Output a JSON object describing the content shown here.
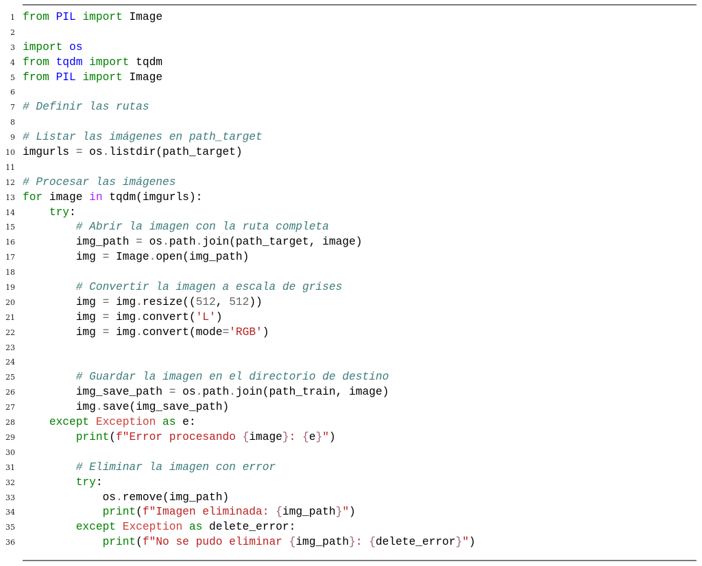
{
  "colors": {
    "keyword": "#008000",
    "namespace": "#0000FF",
    "comment": "#3D7B7B",
    "string": "#BA2121",
    "number": "#666666",
    "exception": "#CB3F38",
    "operator_word": "#AA22FF",
    "interpolation": "#A45A77"
  },
  "lines": [
    [
      [
        "from",
        "k"
      ],
      [
        " "
      ],
      [
        "PIL",
        "nn"
      ],
      [
        " "
      ],
      [
        "import",
        "k"
      ],
      [
        " Image"
      ]
    ],
    [],
    [
      [
        "import",
        "k"
      ],
      [
        " "
      ],
      [
        "os",
        "nn"
      ]
    ],
    [
      [
        "from",
        "k"
      ],
      [
        " "
      ],
      [
        "tqdm",
        "nn"
      ],
      [
        " "
      ],
      [
        "import",
        "k"
      ],
      [
        " tqdm"
      ]
    ],
    [
      [
        "from",
        "k"
      ],
      [
        " "
      ],
      [
        "PIL",
        "nn"
      ],
      [
        " "
      ],
      [
        "import",
        "k"
      ],
      [
        " Image"
      ]
    ],
    [],
    [
      [
        "# Definir las rutas",
        "c"
      ]
    ],
    [],
    [
      [
        "# Listar las imágenes en path_target",
        "c"
      ]
    ],
    [
      [
        "imgurls "
      ],
      [
        "=",
        "o"
      ],
      [
        " os"
      ],
      [
        ".",
        "o"
      ],
      [
        "listdir(path_target)"
      ]
    ],
    [],
    [
      [
        "# Procesar las imágenes",
        "c"
      ]
    ],
    [
      [
        "for",
        "k"
      ],
      [
        " image "
      ],
      [
        "in",
        "ow"
      ],
      [
        " tqdm(imgurls):"
      ]
    ],
    [
      [
        "    "
      ],
      [
        "try",
        "k"
      ],
      [
        ":"
      ]
    ],
    [
      [
        "        "
      ],
      [
        "# Abrir la imagen con la ruta completa",
        "c"
      ]
    ],
    [
      [
        "        img_path "
      ],
      [
        "=",
        "o"
      ],
      [
        " os"
      ],
      [
        ".",
        "o"
      ],
      [
        "path"
      ],
      [
        ".",
        "o"
      ],
      [
        "join(path_target, image)"
      ]
    ],
    [
      [
        "        img "
      ],
      [
        "=",
        "o"
      ],
      [
        " Image"
      ],
      [
        ".",
        "o"
      ],
      [
        "open(img_path)"
      ]
    ],
    [],
    [
      [
        "        "
      ],
      [
        "# Convertir la imagen a escala de grises",
        "c"
      ]
    ],
    [
      [
        "        img "
      ],
      [
        "=",
        "o"
      ],
      [
        " img"
      ],
      [
        ".",
        "o"
      ],
      [
        "resize(("
      ],
      [
        "512",
        "m"
      ],
      [
        ", "
      ],
      [
        "512",
        "m"
      ],
      [
        "))"
      ]
    ],
    [
      [
        "        img "
      ],
      [
        "=",
        "o"
      ],
      [
        " img"
      ],
      [
        ".",
        "o"
      ],
      [
        "convert("
      ],
      [
        "'L'",
        "s"
      ],
      [
        ")"
      ]
    ],
    [
      [
        "        img "
      ],
      [
        "=",
        "o"
      ],
      [
        " img"
      ],
      [
        ".",
        "o"
      ],
      [
        "convert(mode"
      ],
      [
        "=",
        "o"
      ],
      [
        "'RGB'",
        "s"
      ],
      [
        ")"
      ]
    ],
    [],
    [],
    [
      [
        "        "
      ],
      [
        "# Guardar la imagen en el directorio de destino",
        "c"
      ]
    ],
    [
      [
        "        img_save_path "
      ],
      [
        "=",
        "o"
      ],
      [
        " os"
      ],
      [
        ".",
        "o"
      ],
      [
        "path"
      ],
      [
        ".",
        "o"
      ],
      [
        "join(path_train, image)"
      ]
    ],
    [
      [
        "        img"
      ],
      [
        ".",
        "o"
      ],
      [
        "save(img_save_path)"
      ]
    ],
    [
      [
        "    "
      ],
      [
        "except",
        "k"
      ],
      [
        " "
      ],
      [
        "Exception",
        "ne"
      ],
      [
        " "
      ],
      [
        "as",
        "k"
      ],
      [
        " e:"
      ]
    ],
    [
      [
        "        "
      ],
      [
        "print",
        "k"
      ],
      [
        "("
      ],
      [
        "f\"Error procesando ",
        "s"
      ],
      [
        "{",
        "si"
      ],
      [
        "image"
      ],
      [
        "}",
        "si"
      ],
      [
        ": ",
        "s"
      ],
      [
        "{",
        "si"
      ],
      [
        "e"
      ],
      [
        "}",
        "si"
      ],
      [
        "\"",
        "s"
      ],
      [
        ")"
      ]
    ],
    [],
    [
      [
        "        "
      ],
      [
        "# Eliminar la imagen con error",
        "c"
      ]
    ],
    [
      [
        "        "
      ],
      [
        "try",
        "k"
      ],
      [
        ":"
      ]
    ],
    [
      [
        "            os"
      ],
      [
        ".",
        "o"
      ],
      [
        "remove(img_path)"
      ]
    ],
    [
      [
        "            "
      ],
      [
        "print",
        "k"
      ],
      [
        "("
      ],
      [
        "f\"Imagen eliminada: ",
        "s"
      ],
      [
        "{",
        "si"
      ],
      [
        "img_path"
      ],
      [
        "}",
        "si"
      ],
      [
        "\"",
        "s"
      ],
      [
        ")"
      ]
    ],
    [
      [
        "        "
      ],
      [
        "except",
        "k"
      ],
      [
        " "
      ],
      [
        "Exception",
        "ne"
      ],
      [
        " "
      ],
      [
        "as",
        "k"
      ],
      [
        " delete_error:"
      ]
    ],
    [
      [
        "            "
      ],
      [
        "print",
        "k"
      ],
      [
        "("
      ],
      [
        "f\"No se pudo eliminar ",
        "s"
      ],
      [
        "{",
        "si"
      ],
      [
        "img_path"
      ],
      [
        "}",
        "si"
      ],
      [
        ": ",
        "s"
      ],
      [
        "{",
        "si"
      ],
      [
        "delete_error"
      ],
      [
        "}",
        "si"
      ],
      [
        "\"",
        "s"
      ],
      [
        ")"
      ]
    ]
  ]
}
